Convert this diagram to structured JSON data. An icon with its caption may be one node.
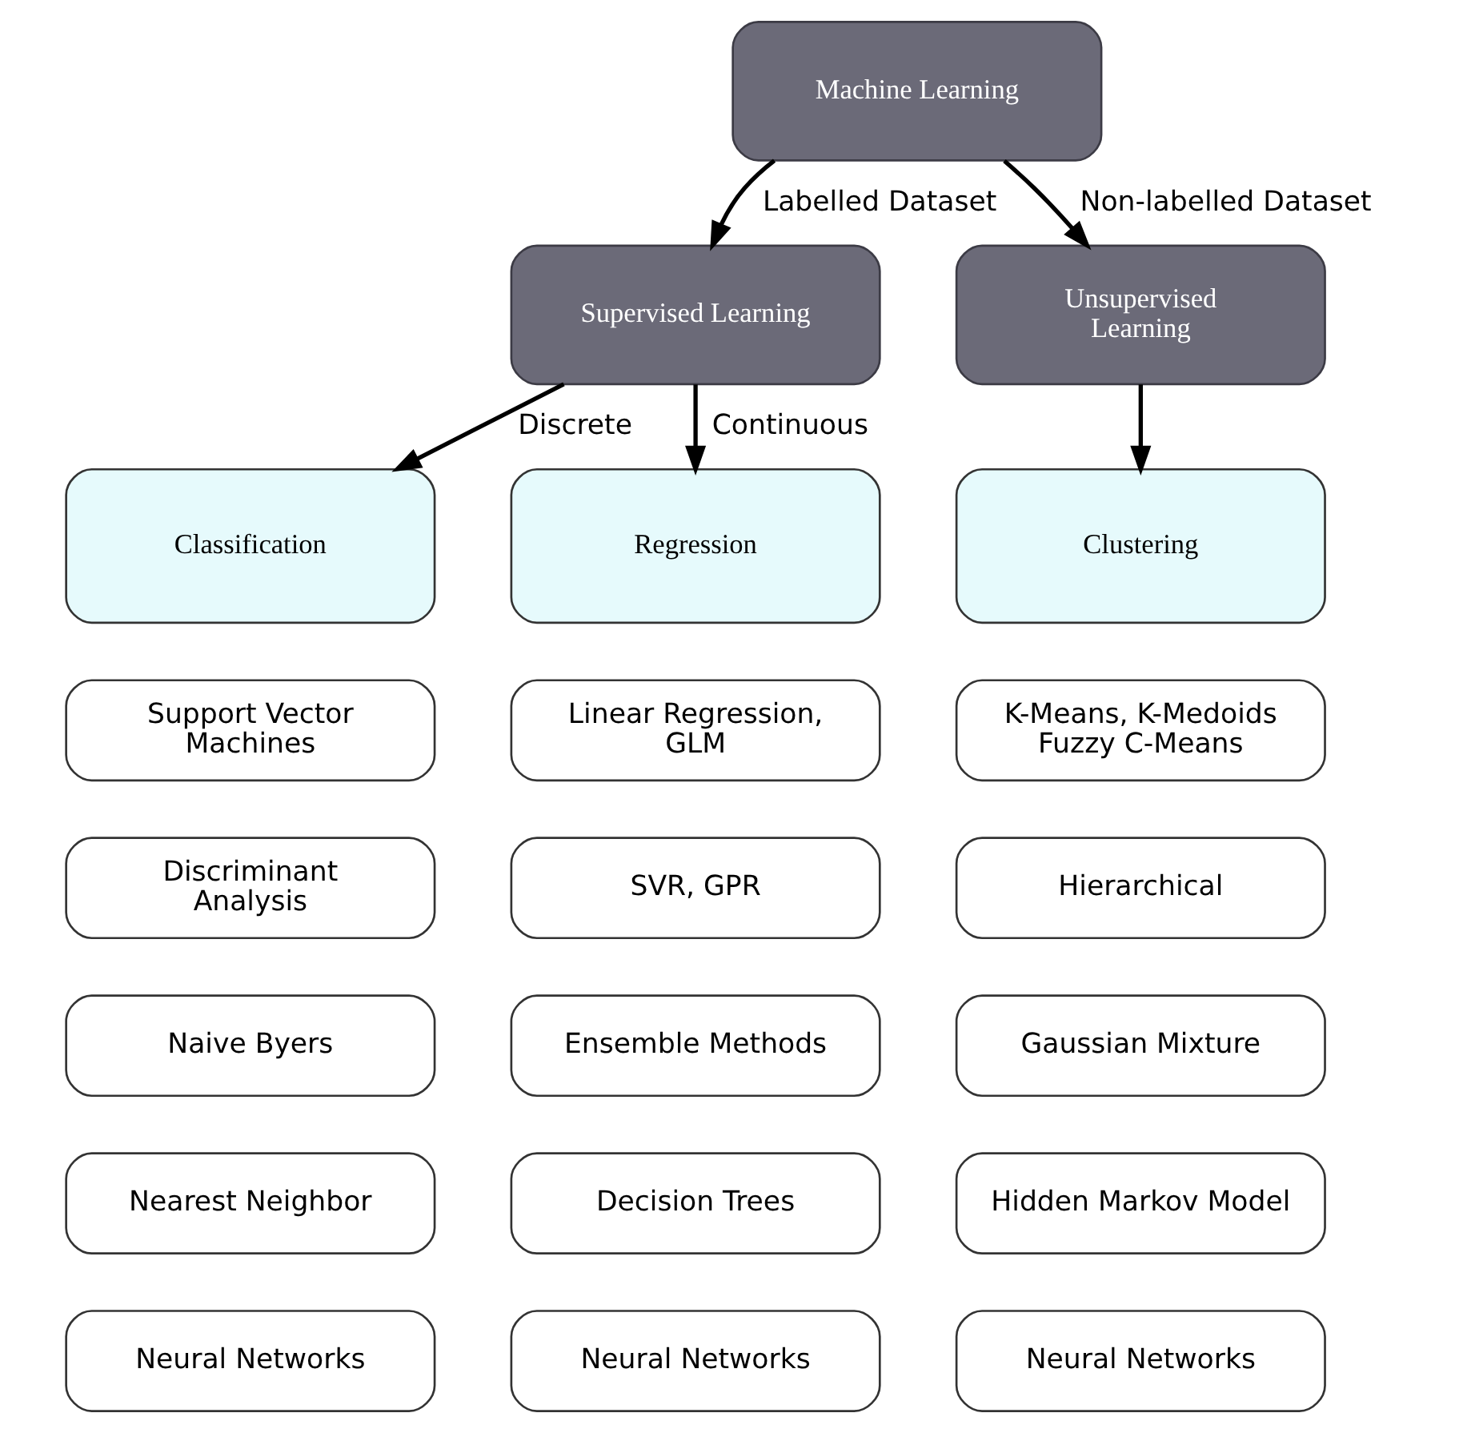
{
  "diagram": {
    "nodes": [
      {
        "text": [
          "Machine Learning"
        ]
      },
      {
        "text": [
          "Supervised Learning"
        ]
      },
      {
        "text": [
          "Unsupervised Learning"
        ]
      },
      {
        "text": [
          "Classification"
        ]
      },
      {
        "text": [
          "Regression"
        ]
      },
      {
        "text": [
          "Clustering"
        ]
      },
      {
        "text": [
          "Support Vector Machines"
        ]
      },
      {
        "text": [
          "Linear Regression, GLM"
        ]
      },
      {
        "text": [
          "K-Means, K-Medoids Fuzzy C-Means"
        ]
      },
      {
        "text": [
          "Discriminant Analysis"
        ]
      },
      {
        "text": [
          "SVR, GPR"
        ]
      },
      {
        "text": [
          "Hierarchical"
        ]
      },
      {
        "text": [
          "Naive Byers"
        ]
      },
      {
        "text": [
          "Ensemble Methods"
        ]
      },
      {
        "text": [
          "Gaussian Mixture"
        ]
      },
      {
        "text": [
          "Nearest Neighbor"
        ]
      },
      {
        "text": [
          "Decision Trees"
        ]
      },
      {
        "text": [
          "Hidden Markov Model"
        ]
      },
      {
        "text": [
          "Neural Networks"
        ]
      },
      {
        "text": [
          "Neural Networks"
        ]
      },
      {
        "text": [
          "Neural Networks"
        ]
      }
    ],
    "edges": [
      {
        "from": 0,
        "to": 1,
        "arrow": "to",
        "label": "Labelled Dataset"
      },
      {
        "from": 0,
        "to": 2,
        "arrow": "to",
        "label": "Non-labelled Dataset"
      },
      {
        "from": 1,
        "to": 3,
        "arrow": "to",
        "label": "Discrete"
      },
      {
        "from": 1,
        "to": 4,
        "arrow": "to",
        "label": "Continuous"
      },
      {
        "from": 2,
        "to": 5,
        "arrow": "to"
      }
    ]
  }
}
